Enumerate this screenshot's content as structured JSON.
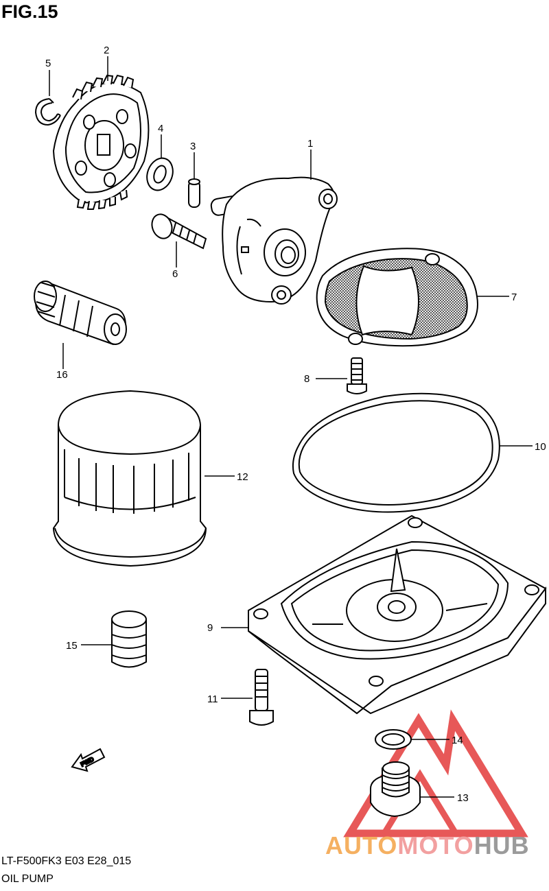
{
  "figure": {
    "title": "FIG.15"
  },
  "footer": {
    "code": "LT-F500FK3 E03 E28_015",
    "name": "OIL PUMP"
  },
  "direction_arrow": {
    "label": "FWD"
  },
  "watermark": {
    "part1": "AUTO",
    "part2": "MOTO",
    "part3": "HUB",
    "colors": [
      "#f5b061",
      "#f2a0a0",
      "#9b9b9b"
    ],
    "triangle_color": "#e33b3b"
  },
  "callouts": {
    "c1": "1",
    "c2": "2",
    "c3": "3",
    "c4": "4",
    "c5": "5",
    "c6": "6",
    "c7": "7",
    "c8": "8",
    "c9": "9",
    "c10": "10",
    "c11": "11",
    "c12": "12",
    "c13": "13",
    "c14": "14",
    "c15": "15",
    "c16": "16"
  }
}
